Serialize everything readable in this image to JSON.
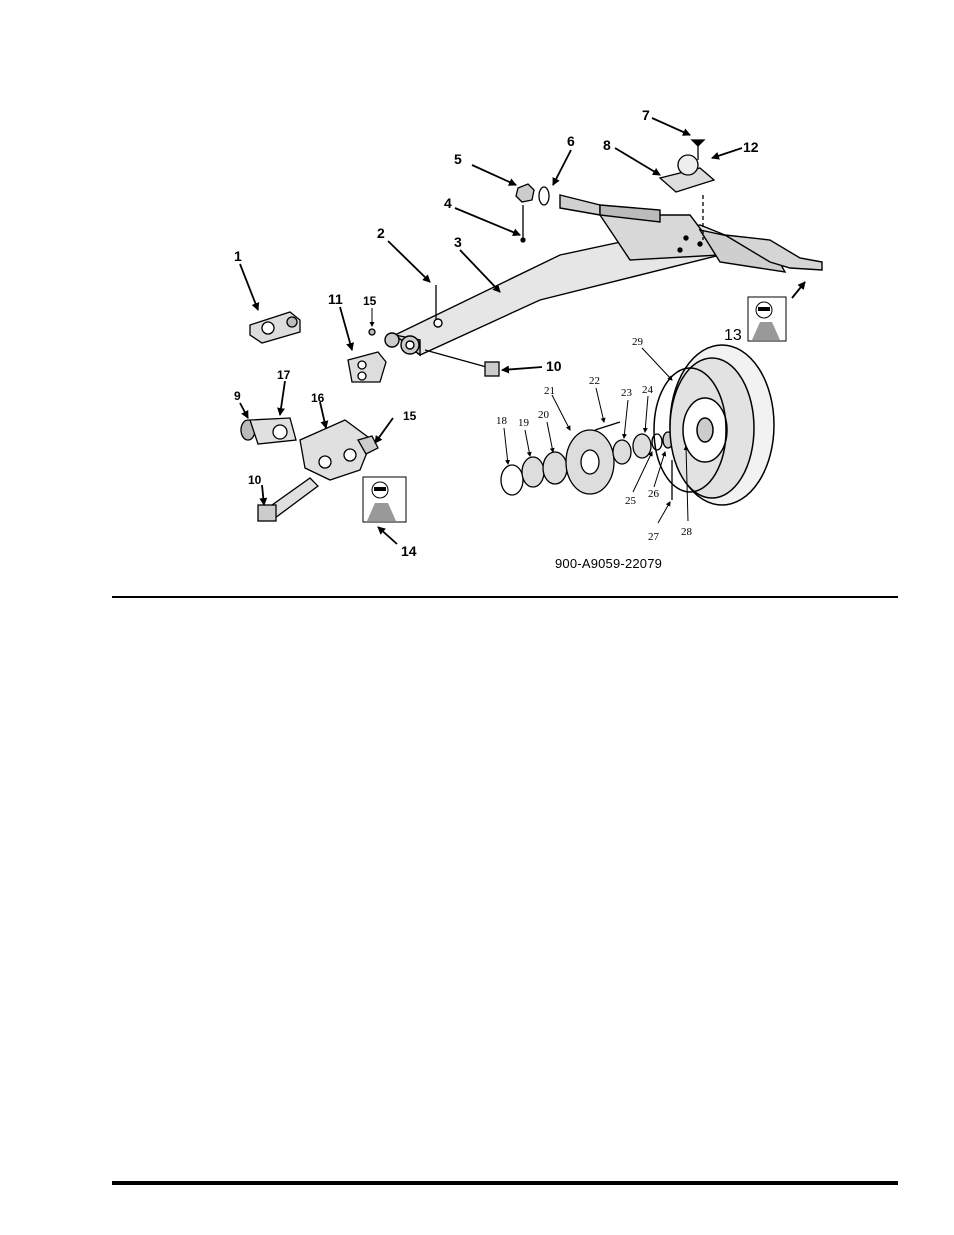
{
  "figure": {
    "callouts": {
      "c1": "1",
      "c2": "2",
      "c3": "3",
      "c4": "4",
      "c5": "5",
      "c6": "6",
      "c7": "7",
      "c8": "8",
      "c9": "9",
      "c10a": "10",
      "c10b": "10",
      "c11": "11",
      "c12": "12",
      "c13": "13",
      "c14": "14",
      "c15a": "15",
      "c15b": "15",
      "c16": "16",
      "c17": "17",
      "c18": "18",
      "c19": "19",
      "c20": "20",
      "c21": "21",
      "c22": "22",
      "c23": "23",
      "c24": "24",
      "c25": "25",
      "c26": "26",
      "c27": "27",
      "c28": "28",
      "c29": "29"
    },
    "drawing_number": "900-A9059-22079"
  }
}
